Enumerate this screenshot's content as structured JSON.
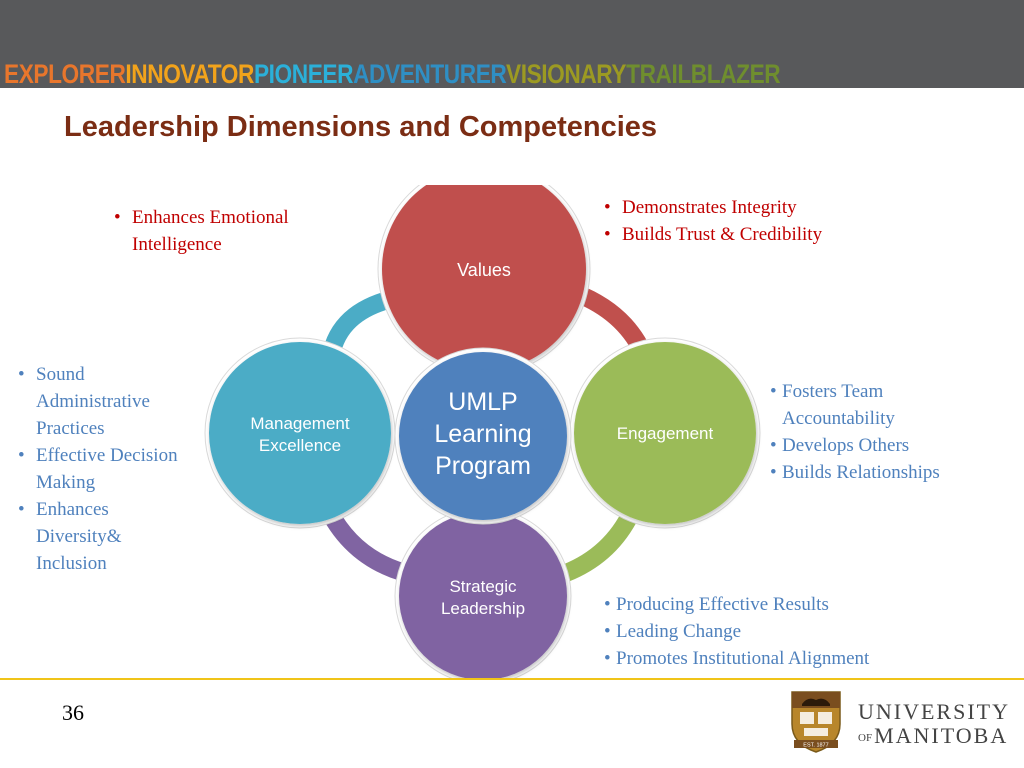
{
  "banner": {
    "words": [
      {
        "text": "EXPLORER",
        "color": "#e8762c"
      },
      {
        "text": "INNOVATOR",
        "color": "#f2a31b"
      },
      {
        "text": "PIONEER",
        "color": "#2bb0d9"
      },
      {
        "text": "ADVENTURER",
        "color": "#2f8fc4"
      },
      {
        "text": "VISIONARY",
        "color": "#9c9a22"
      },
      {
        "text": "TRAILBLAZER",
        "color": "#6f8e2e"
      }
    ]
  },
  "title": "Leadership Dimensions and Competencies",
  "diagram": {
    "center": {
      "line1": "UMLP",
      "line2": "Learning",
      "line3": "Program",
      "color": "#4f81bd"
    },
    "values": {
      "label": "Values",
      "color": "#c0504d"
    },
    "engagement": {
      "label": "Engagement",
      "color": "#9bbb59"
    },
    "strategic": {
      "line1": "Strategic",
      "line2": "Leadership",
      "color": "#8064a2"
    },
    "management": {
      "line1": "Management",
      "line2": "Excellence",
      "color": "#4bacc6"
    }
  },
  "bullets": {
    "emotional": [
      "Enhances Emotional",
      "Intelligence"
    ],
    "values": [
      "Demonstrates Integrity",
      "Builds Trust & Credibility"
    ],
    "management": [
      "Sound",
      "Administrative",
      "Practices",
      "Effective Decision",
      "Making",
      "Enhances",
      "Diversity&",
      "Inclusion"
    ],
    "engagement": [
      "Fosters Team",
      "Accountability",
      "Develops Others",
      "Builds Relationships"
    ],
    "strategic": [
      "Producing Effective Results",
      "Leading Change",
      "Promotes Institutional Alignment"
    ]
  },
  "footer": {
    "page_number": "36",
    "university_line1": "UNIVERSITY",
    "university_of": "OF",
    "university_line2": "MANITOBA",
    "logo_year": "EST. 1877"
  }
}
